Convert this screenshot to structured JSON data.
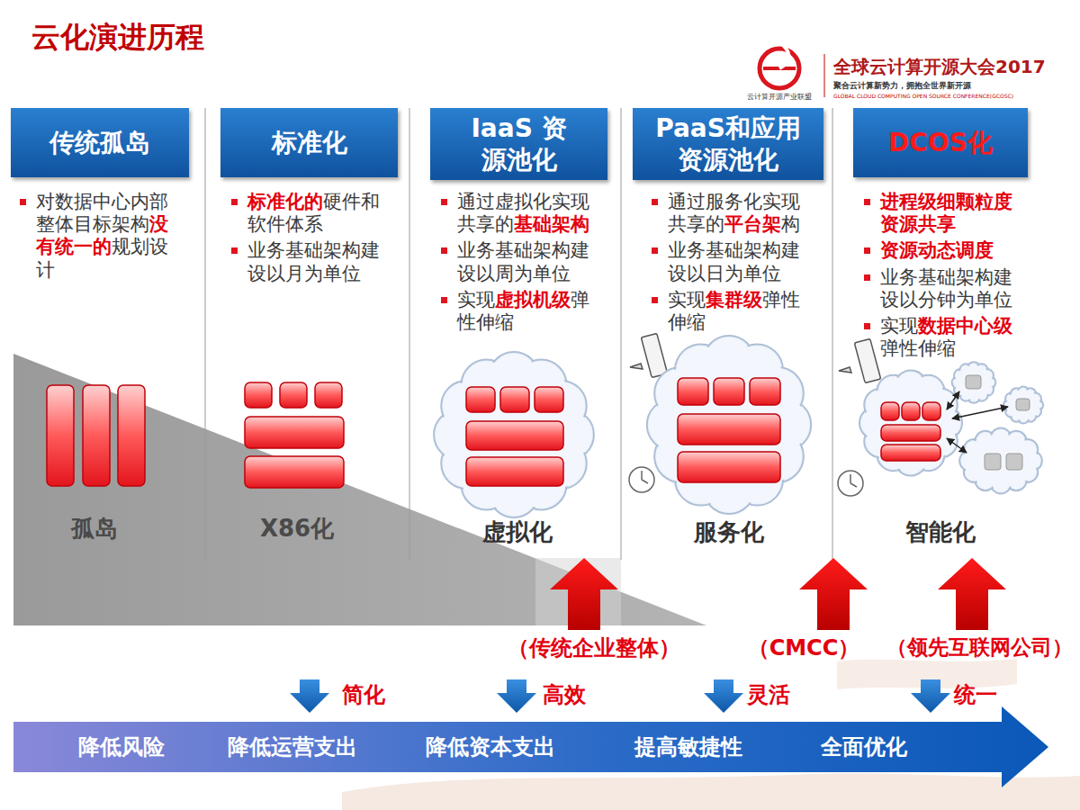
{
  "diagram": {
    "title": "云化演进历程",
    "nodes": [
      {
        "text": [
          "传统孤岛"
        ]
      },
      {
        "text": [
          "标准化"
        ]
      },
      {
        "text": [
          "IaaS 资源池化"
        ]
      },
      {
        "text": [
          "PaaS和应用 资源池化"
        ]
      },
      {
        "text": [
          "DCOS化"
        ]
      },
      {
        "text": [
          "降低风险",
          "降低运营支出",
          "降低资本支出",
          "提高敏捷性",
          "全面优化"
        ]
      }
    ],
    "labels": [
      "对数据中心内部整体目标架构没有统一的规划设计",
      "标准化的硬件和软件体系",
      "业务基础架构建设以月为单位",
      "通过虚拟化实现共享的基础架构",
      "业务基础架构建设以周为单位",
      "实现虚拟机级弹性伸缩",
      "通过服务化实现共享的平台架构",
      "业务基础架构建设以日为单位",
      "实现集群级弹性伸缩",
      "进程级细颗粒度资源共享",
      "资源动态调度",
      "业务基础架构建设以分钟为单位",
      "实现数据中心级弹性伸缩",
      "孤岛",
      "X86化",
      "虚拟化",
      "服务化",
      "智能化",
      "（传统企业整体）",
      "（CMCC）",
      "（领先互联网公司）",
      "简化",
      "高效",
      "灵活",
      "统一",
      "全球云计算开源大会2017",
      "聚合云计算新势力，拥抱全世界新开源",
      "GLOBAL CLOUD COMPUTING OPEN SOURCE CONFERENCE(GCOSC)",
      "云计算开源产业联盟"
    ]
  }
}
